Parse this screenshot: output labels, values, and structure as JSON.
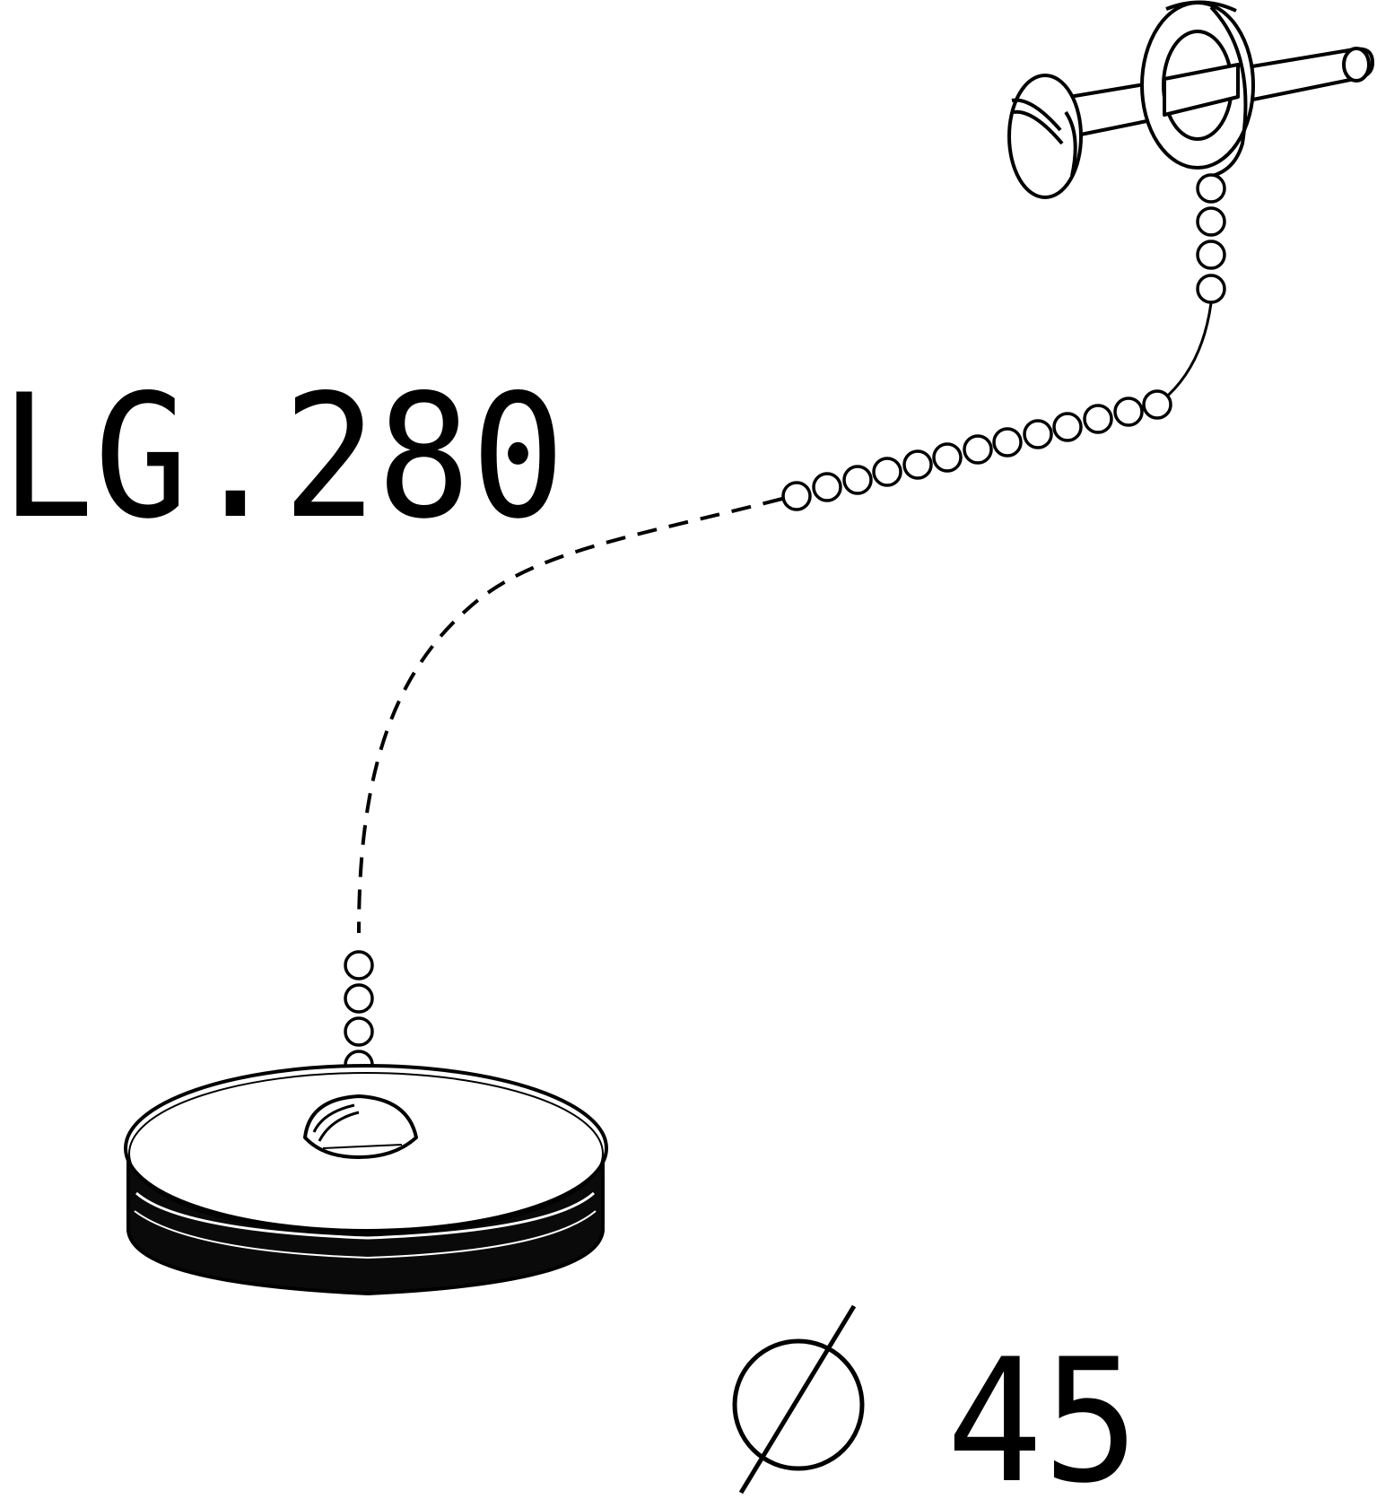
{
  "length_label": "LG.280",
  "diameter_symbol": "Ø",
  "diameter_value": "45",
  "colors": {
    "line": "#000000",
    "background": "#ffffff"
  },
  "icons": {
    "plug": "sink-plug-icon",
    "hook": "screw-hook-icon",
    "chain": "ball-chain-icon"
  }
}
